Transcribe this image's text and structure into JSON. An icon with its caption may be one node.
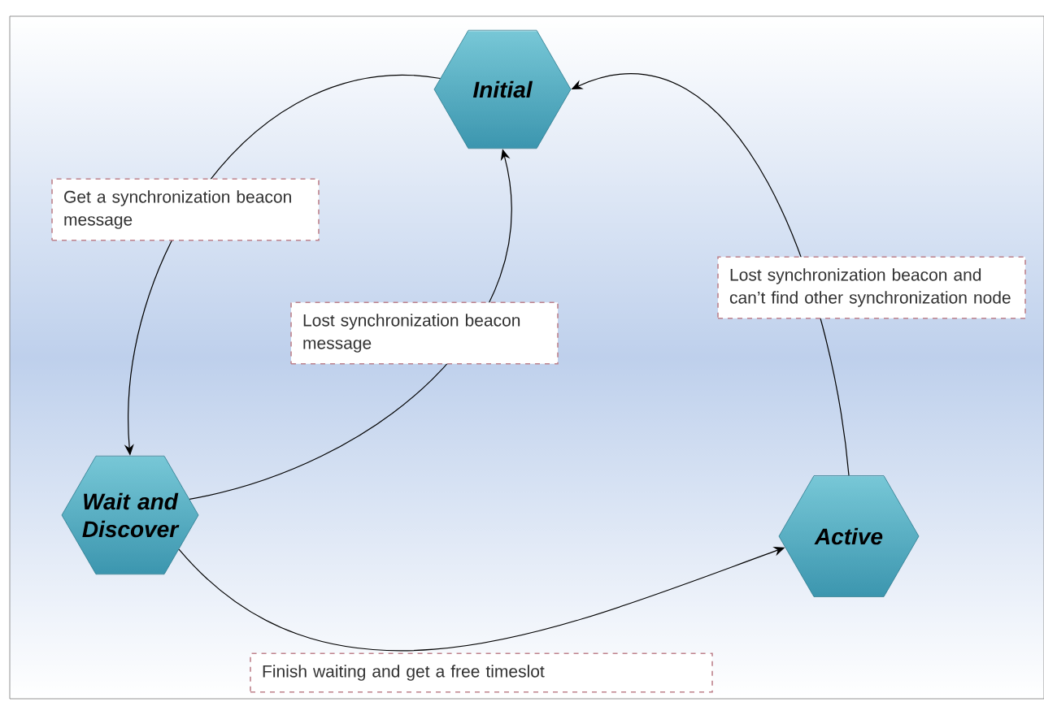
{
  "diagram": {
    "nodes": [
      {
        "text": [
          "Initial"
        ]
      },
      {
        "text": [
          "Wait and Discover"
        ]
      },
      {
        "text": [
          "Active"
        ]
      }
    ],
    "edges": [
      {
        "from": 0,
        "to": 1,
        "arrow": "to",
        "label": "Get a synchronization beacon message"
      },
      {
        "from": 1,
        "to": 0,
        "arrow": "to",
        "label": "Lost synchronization beacon message"
      },
      {
        "from": 2,
        "to": 0,
        "arrow": "to",
        "label": "Lost synchronization beacon and can’t find other synchronization node"
      },
      {
        "from": 1,
        "to": 2,
        "arrow": "to",
        "label": "Finish waiting and get a free timeslot"
      }
    ]
  }
}
